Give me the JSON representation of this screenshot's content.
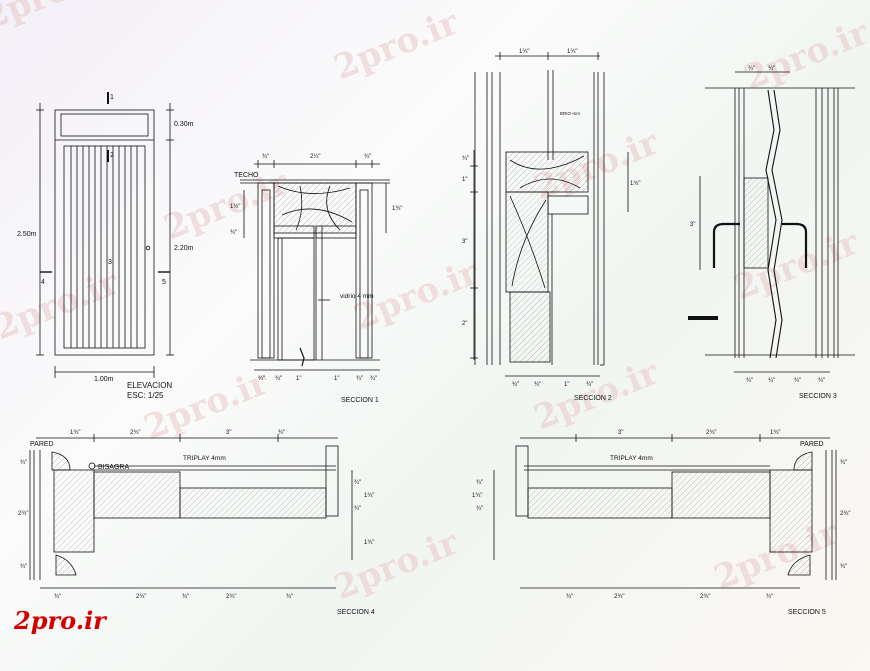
{
  "watermark": "2pro.ir",
  "brand": "2pro.ir",
  "elevation": {
    "title": "ELEVACION",
    "scale": "ESC: 1/25",
    "dim_width": "1.00m",
    "dim_total_height": "2.50m",
    "dim_transom": "0.30m",
    "dim_door_height": "2.20m",
    "tag_top": "1",
    "tag_left": "4",
    "tag_right": "5",
    "tag_handle": "3",
    "tag_mid": "2"
  },
  "section1": {
    "title": "SECCION 1",
    "label_techo": "TECHO",
    "label_vidrio": "vidrio 4 mm",
    "dim_top": [
      "¾\"",
      "2¼\"",
      "¾\""
    ],
    "dim_right": "1¾\"",
    "dim_left": [
      "1½\"",
      "¾\""
    ],
    "dim_bottom": [
      "¾\"",
      "¾\"",
      "1\"",
      "1\"",
      "¾\"",
      "¾\""
    ]
  },
  "section2": {
    "title": "SECCION 2",
    "label_brio": "BRIO·mm",
    "dim_top": [
      "1¾\"",
      "1¾\""
    ],
    "dim_left": [
      "¾\"",
      "1\"",
      "3\"",
      "2\""
    ],
    "dim_right": "1¾\"",
    "dim_bottom": [
      "¾\"",
      "¾\"",
      "1\"",
      "¾\""
    ]
  },
  "section3": {
    "title": "SECCION 3",
    "dim_top": [
      "¾\"",
      "¾\""
    ],
    "dim_left": "3\"",
    "dim_bottom": [
      "¾\"",
      "¾\"",
      "¾\"",
      "¾\""
    ]
  },
  "section4": {
    "title": "SECCION 4",
    "label_pared": "PARED",
    "label_bisagra": "BISAGRA",
    "label_triplay": "TRIPLAY 4mm",
    "dim_top": [
      "1¾\"",
      "2¾\"",
      "3\"",
      "¾\""
    ],
    "dim_left": [
      "¾\"",
      "2¾\"",
      "¾\""
    ],
    "dim_right": [
      "¾\"",
      "1¾\"",
      "¾\"",
      "1¾\""
    ],
    "dim_bottom": [
      "¾\"",
      "¾\"",
      "2¾\"",
      "2¾\"",
      "¾\""
    ]
  },
  "section5": {
    "title": "SECCION 5",
    "label_pared": "PARED",
    "label_triplay": "TRIPLAY 4mm",
    "dim_top": [
      "3\"",
      "2¾\"",
      "1¾\""
    ],
    "dim_left": [
      "¾\"",
      "1¾\"",
      "¾\""
    ],
    "dim_right": [
      "¾\"",
      "2¾\"",
      "¾\""
    ],
    "dim_bottom": [
      "¾\"",
      "2¾\"",
      "2¾\"",
      "¾\""
    ]
  }
}
